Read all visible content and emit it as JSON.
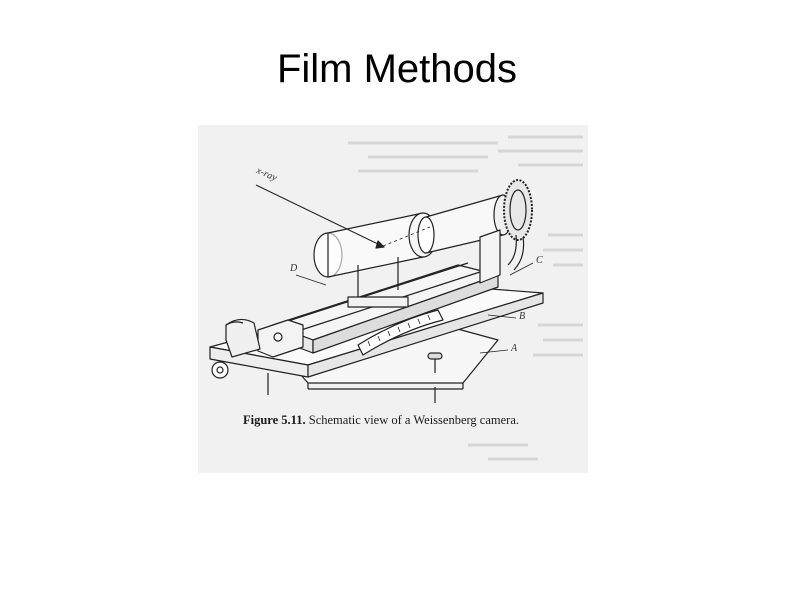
{
  "slide": {
    "title": "Film Methods"
  },
  "figure": {
    "caption_number": "Figure 5.11.",
    "caption_text": "Schematic view of a Weissenberg camera.",
    "labels": {
      "xray": "x-ray",
      "a": "A",
      "b": "B",
      "c": "C",
      "d": "D"
    }
  },
  "colors": {
    "background": "#ffffff",
    "scan_paper": "#f1f1f1",
    "ink": "#1a1a1a"
  }
}
